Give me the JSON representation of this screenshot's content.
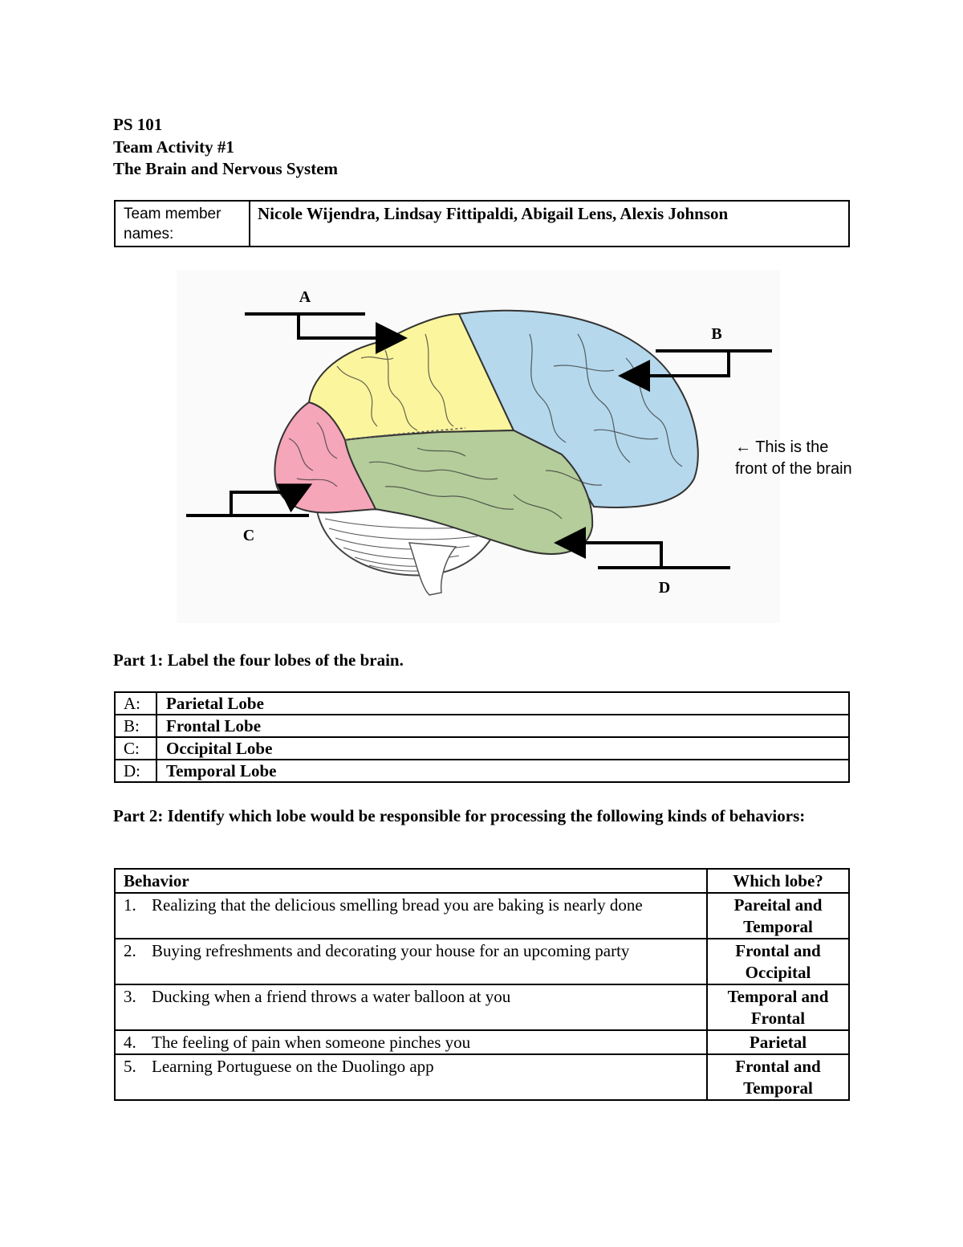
{
  "header": {
    "course": "PS 101",
    "activity": "Team Activity #1",
    "topic": "The Brain and Nervous System"
  },
  "team": {
    "label": "Team member names:",
    "names": "Nicole Wijendra, Lindsay Fittipaldi, Abigail Lens, Alexis Johnson"
  },
  "diagram": {
    "labels": {
      "a": "A",
      "b": "B",
      "c": "C",
      "d": "D"
    },
    "front_note_line1": "← This is the",
    "front_note_line2": "front of the brain",
    "colors": {
      "parietal": "#fbf59d",
      "frontal": "#b5d8ec",
      "occipital": "#f5a6b8",
      "temporal": "#b4cd9b",
      "cerebellum": "#ffffff"
    }
  },
  "part1": {
    "heading": "Part 1: Label the four lobes of the brain.",
    "rows": [
      {
        "letter": "A:",
        "lobe": "Parietal Lobe"
      },
      {
        "letter": "B:",
        "lobe": "Frontal Lobe"
      },
      {
        "letter": "C:",
        "lobe": "Occipital Lobe"
      },
      {
        "letter": "D:",
        "lobe": "Temporal Lobe"
      }
    ]
  },
  "part2": {
    "heading": "Part 2: Identify which lobe would be responsible for processing the following kinds of behaviors:",
    "col_behavior": "Behavior",
    "col_lobe": "Which lobe?",
    "rows": [
      {
        "num": "1.",
        "behavior": "Realizing that the delicious smelling bread you are baking is nearly done",
        "lobe": "Pareital and Temporal"
      },
      {
        "num": "2.",
        "behavior": "Buying refreshments and decorating your house for an upcoming party",
        "lobe": "Frontal and Occipital"
      },
      {
        "num": "3.",
        "behavior": "Ducking when a friend throws a water balloon at you",
        "lobe": "Temporal and Frontal"
      },
      {
        "num": "4.",
        "behavior": "The feeling of pain when someone pinches you",
        "lobe": "Parietal"
      },
      {
        "num": "5.",
        "behavior": "Learning Portuguese on the Duolingo app",
        "lobe": "Frontal and Temporal"
      }
    ]
  }
}
